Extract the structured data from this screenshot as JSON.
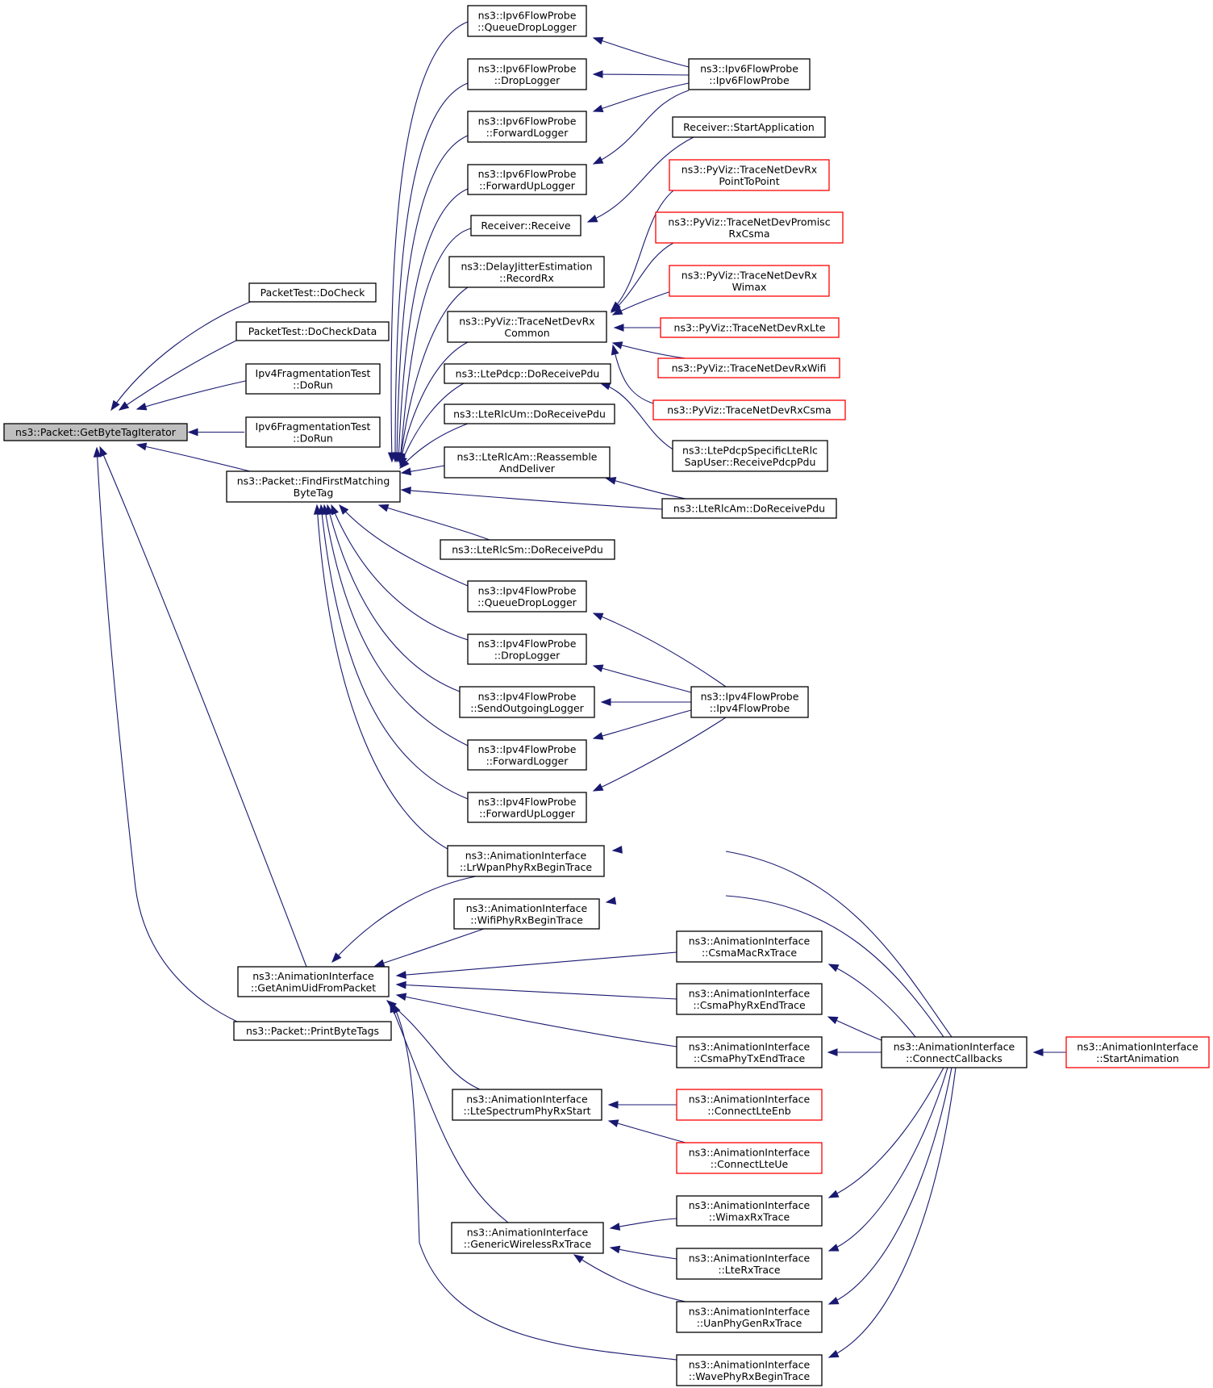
{
  "nodes": [
    {
      "id": "root",
      "lines": [
        "ns3::Packet::GetByteTagIterator"
      ],
      "color": "black",
      "root": true
    },
    {
      "id": "doCheck",
      "lines": [
        "PacketTest::DoCheck"
      ],
      "color": "black"
    },
    {
      "id": "doCheckData",
      "lines": [
        "PacketTest::DoCheckData"
      ],
      "color": "black"
    },
    {
      "id": "ipv4FragRun",
      "lines": [
        "Ipv4FragmentationTest",
        "::DoRun"
      ],
      "color": "black"
    },
    {
      "id": "ipv6FragRun",
      "lines": [
        "Ipv6FragmentationTest",
        "::DoRun"
      ],
      "color": "black"
    },
    {
      "id": "findFirst",
      "lines": [
        "ns3::Packet::FindFirstMatching",
        "ByteTag"
      ],
      "color": "black"
    },
    {
      "id": "getAnimUid",
      "lines": [
        "ns3::AnimationInterface",
        "::GetAnimUidFromPacket"
      ],
      "color": "black"
    },
    {
      "id": "printByteTags",
      "lines": [
        "ns3::Packet::PrintByteTags"
      ],
      "color": "black"
    },
    {
      "id": "ipv6QueueDrop",
      "lines": [
        "ns3::Ipv6FlowProbe",
        "::QueueDropLogger"
      ],
      "color": "black"
    },
    {
      "id": "ipv6Drop",
      "lines": [
        "ns3::Ipv6FlowProbe",
        "::DropLogger"
      ],
      "color": "black"
    },
    {
      "id": "ipv6Forward",
      "lines": [
        "ns3::Ipv6FlowProbe",
        "::ForwardLogger"
      ],
      "color": "black"
    },
    {
      "id": "ipv6ForwardUp",
      "lines": [
        "ns3::Ipv6FlowProbe",
        "::ForwardUpLogger"
      ],
      "color": "black"
    },
    {
      "id": "receiverReceive",
      "lines": [
        "Receiver::Receive"
      ],
      "color": "black"
    },
    {
      "id": "delayJitter",
      "lines": [
        "ns3::DelayJitterEstimation",
        "::RecordRx"
      ],
      "color": "black"
    },
    {
      "id": "pyvizCommon",
      "lines": [
        "ns3::PyViz::TraceNetDevRx",
        "Common"
      ],
      "color": "black"
    },
    {
      "id": "ltePdcp",
      "lines": [
        "ns3::LtePdcp::DoReceivePdu"
      ],
      "color": "black"
    },
    {
      "id": "lteRlcUm",
      "lines": [
        "ns3::LteRlcUm::DoReceivePdu"
      ],
      "color": "black"
    },
    {
      "id": "lteRlcAmReassemble",
      "lines": [
        "ns3::LteRlcAm::Reassemble",
        "AndDeliver"
      ],
      "color": "black"
    },
    {
      "id": "lteRlcSm",
      "lines": [
        "ns3::LteRlcSm::DoReceivePdu"
      ],
      "color": "black"
    },
    {
      "id": "ipv4QueueDrop",
      "lines": [
        "ns3::Ipv4FlowProbe",
        "::QueueDropLogger"
      ],
      "color": "black"
    },
    {
      "id": "ipv4Drop",
      "lines": [
        "ns3::Ipv4FlowProbe",
        "::DropLogger"
      ],
      "color": "black"
    },
    {
      "id": "ipv4SendOut",
      "lines": [
        "ns3::Ipv4FlowProbe",
        "::SendOutgoingLogger"
      ],
      "color": "black"
    },
    {
      "id": "ipv4Forward",
      "lines": [
        "ns3::Ipv4FlowProbe",
        "::ForwardLogger"
      ],
      "color": "black"
    },
    {
      "id": "ipv4ForwardUp",
      "lines": [
        "ns3::Ipv4FlowProbe",
        "::ForwardUpLogger"
      ],
      "color": "black"
    },
    {
      "id": "lrWpan",
      "lines": [
        "ns3::AnimationInterface",
        "::LrWpanPhyRxBeginTrace"
      ],
      "color": "black"
    },
    {
      "id": "wifiPhyRx",
      "lines": [
        "ns3::AnimationInterface",
        "::WifiPhyRxBeginTrace"
      ],
      "color": "black"
    },
    {
      "id": "lteSpectrum",
      "lines": [
        "ns3::AnimationInterface",
        "::LteSpectrumPhyRxStart"
      ],
      "color": "black"
    },
    {
      "id": "genericWireless",
      "lines": [
        "ns3::AnimationInterface",
        "::GenericWirelessRxTrace"
      ],
      "color": "black"
    },
    {
      "id": "ipv6Ctor",
      "lines": [
        "ns3::Ipv6FlowProbe",
        "::Ipv6FlowProbe"
      ],
      "color": "black"
    },
    {
      "id": "receiverStart",
      "lines": [
        "Receiver::StartApplication"
      ],
      "color": "black"
    },
    {
      "id": "pyvizP2P",
      "lines": [
        "ns3::PyViz::TraceNetDevRx",
        "PointToPoint"
      ],
      "color": "red"
    },
    {
      "id": "pyvizPromisc",
      "lines": [
        "ns3::PyViz::TraceNetDevPromisc",
        "RxCsma"
      ],
      "color": "red"
    },
    {
      "id": "pyvizWimax",
      "lines": [
        "ns3::PyViz::TraceNetDevRx",
        "Wimax"
      ],
      "color": "red"
    },
    {
      "id": "pyvizLte",
      "lines": [
        "ns3::PyViz::TraceNetDevRxLte"
      ],
      "color": "red"
    },
    {
      "id": "pyvizWifi",
      "lines": [
        "ns3::PyViz::TraceNetDevRxWifi"
      ],
      "color": "red"
    },
    {
      "id": "pyvizCsma",
      "lines": [
        "ns3::PyViz::TraceNetDevRxCsma"
      ],
      "color": "red"
    },
    {
      "id": "ltePdcpSpecific",
      "lines": [
        "ns3::LtePdcpSpecificLteRlc",
        "SapUser::ReceivePdcpPdu"
      ],
      "color": "black"
    },
    {
      "id": "lteRlcAmReceive",
      "lines": [
        "ns3::LteRlcAm::DoReceivePdu"
      ],
      "color": "black"
    },
    {
      "id": "ipv4Ctor",
      "lines": [
        "ns3::Ipv4FlowProbe",
        "::Ipv4FlowProbe"
      ],
      "color": "black"
    },
    {
      "id": "csmaMacRx",
      "lines": [
        "ns3::AnimationInterface",
        "::CsmaMacRxTrace"
      ],
      "color": "black"
    },
    {
      "id": "csmaPhyRxEnd",
      "lines": [
        "ns3::AnimationInterface",
        "::CsmaPhyRxEndTrace"
      ],
      "color": "black"
    },
    {
      "id": "csmaPhyTxEnd",
      "lines": [
        "ns3::AnimationInterface",
        "::CsmaPhyTxEndTrace"
      ],
      "color": "black"
    },
    {
      "id": "connectLteEnb",
      "lines": [
        "ns3::AnimationInterface",
        "::ConnectLteEnb"
      ],
      "color": "red"
    },
    {
      "id": "connectLteUe",
      "lines": [
        "ns3::AnimationInterface",
        "::ConnectLteUe"
      ],
      "color": "red"
    },
    {
      "id": "wimaxRx",
      "lines": [
        "ns3::AnimationInterface",
        "::WimaxRxTrace"
      ],
      "color": "black"
    },
    {
      "id": "lteRx",
      "lines": [
        "ns3::AnimationInterface",
        "::LteRxTrace"
      ],
      "color": "black"
    },
    {
      "id": "uanPhyGen",
      "lines": [
        "ns3::AnimationInterface",
        "::UanPhyGenRxTrace"
      ],
      "color": "black"
    },
    {
      "id": "wavePhyRx",
      "lines": [
        "ns3::AnimationInterface",
        "::WavePhyRxBeginTrace"
      ],
      "color": "black"
    },
    {
      "id": "connectCallbacks",
      "lines": [
        "ns3::AnimationInterface",
        "::ConnectCallbacks"
      ],
      "color": "black"
    },
    {
      "id": "startAnimation",
      "lines": [
        "ns3::AnimationInterface",
        "::StartAnimation"
      ],
      "color": "red"
    }
  ],
  "edges": [
    {
      "from": "doCheck",
      "to": "root"
    },
    {
      "from": "doCheckData",
      "to": "root"
    },
    {
      "from": "ipv4FragRun",
      "to": "root"
    },
    {
      "from": "ipv6FragRun",
      "to": "root"
    },
    {
      "from": "findFirst",
      "to": "root"
    },
    {
      "from": "getAnimUid",
      "to": "root"
    },
    {
      "from": "printByteTags",
      "to": "root"
    },
    {
      "from": "ipv6QueueDrop",
      "to": "findFirst"
    },
    {
      "from": "ipv6Drop",
      "to": "findFirst"
    },
    {
      "from": "ipv6Forward",
      "to": "findFirst"
    },
    {
      "from": "ipv6ForwardUp",
      "to": "findFirst"
    },
    {
      "from": "receiverReceive",
      "to": "findFirst"
    },
    {
      "from": "delayJitter",
      "to": "findFirst"
    },
    {
      "from": "pyvizCommon",
      "to": "findFirst"
    },
    {
      "from": "ltePdcp",
      "to": "findFirst"
    },
    {
      "from": "lteRlcUm",
      "to": "findFirst"
    },
    {
      "from": "lteRlcAmReassemble",
      "to": "findFirst"
    },
    {
      "from": "lteRlcAmReceive",
      "to": "findFirst"
    },
    {
      "from": "lteRlcSm",
      "to": "findFirst"
    },
    {
      "from": "ipv4QueueDrop",
      "to": "findFirst"
    },
    {
      "from": "ipv4Drop",
      "to": "findFirst"
    },
    {
      "from": "ipv4SendOut",
      "to": "findFirst"
    },
    {
      "from": "ipv4Forward",
      "to": "findFirst"
    },
    {
      "from": "ipv4ForwardUp",
      "to": "findFirst"
    },
    {
      "from": "lrWpan",
      "to": "findFirst"
    },
    {
      "from": "ipv6Ctor",
      "to": "ipv6QueueDrop"
    },
    {
      "from": "ipv6Ctor",
      "to": "ipv6Drop"
    },
    {
      "from": "ipv6Ctor",
      "to": "ipv6Forward"
    },
    {
      "from": "ipv6Ctor",
      "to": "ipv6ForwardUp"
    },
    {
      "from": "receiverStart",
      "to": "receiverReceive"
    },
    {
      "from": "pyvizP2P",
      "to": "pyvizCommon"
    },
    {
      "from": "pyvizPromisc",
      "to": "pyvizCommon"
    },
    {
      "from": "pyvizWimax",
      "to": "pyvizCommon"
    },
    {
      "from": "pyvizLte",
      "to": "pyvizCommon"
    },
    {
      "from": "pyvizWifi",
      "to": "pyvizCommon"
    },
    {
      "from": "pyvizCsma",
      "to": "pyvizCommon"
    },
    {
      "from": "ltePdcpSpecific",
      "to": "ltePdcp"
    },
    {
      "from": "lteRlcAmReceive",
      "to": "lteRlcAmReassemble"
    },
    {
      "from": "ipv4Ctor",
      "to": "ipv4QueueDrop"
    },
    {
      "from": "ipv4Ctor",
      "to": "ipv4Drop"
    },
    {
      "from": "ipv4Ctor",
      "to": "ipv4SendOut"
    },
    {
      "from": "ipv4Ctor",
      "to": "ipv4Forward"
    },
    {
      "from": "ipv4Ctor",
      "to": "ipv4ForwardUp"
    },
    {
      "from": "lrWpan",
      "to": "getAnimUid"
    },
    {
      "from": "wifiPhyRx",
      "to": "getAnimUid"
    },
    {
      "from": "csmaMacRx",
      "to": "getAnimUid"
    },
    {
      "from": "csmaPhyRxEnd",
      "to": "getAnimUid"
    },
    {
      "from": "csmaPhyTxEnd",
      "to": "getAnimUid"
    },
    {
      "from": "lteSpectrum",
      "to": "getAnimUid"
    },
    {
      "from": "genericWireless",
      "to": "getAnimUid"
    },
    {
      "from": "wavePhyRx",
      "to": "getAnimUid"
    },
    {
      "from": "connectLteEnb",
      "to": "lteSpectrum"
    },
    {
      "from": "connectLteUe",
      "to": "lteSpectrum"
    },
    {
      "from": "wimaxRx",
      "to": "genericWireless"
    },
    {
      "from": "lteRx",
      "to": "genericWireless"
    },
    {
      "from": "uanPhyGen",
      "to": "genericWireless"
    },
    {
      "from": "connectCallbacks",
      "to": "lrWpan"
    },
    {
      "from": "connectCallbacks",
      "to": "wifiPhyRx"
    },
    {
      "from": "connectCallbacks",
      "to": "csmaMacRx"
    },
    {
      "from": "connectCallbacks",
      "to": "csmaPhyRxEnd"
    },
    {
      "from": "connectCallbacks",
      "to": "csmaPhyTxEnd"
    },
    {
      "from": "connectCallbacks",
      "to": "wimaxRx"
    },
    {
      "from": "connectCallbacks",
      "to": "lteRx"
    },
    {
      "from": "connectCallbacks",
      "to": "uanPhyGen"
    },
    {
      "from": "connectCallbacks",
      "to": "wavePhyRx"
    },
    {
      "from": "startAnimation",
      "to": "connectCallbacks"
    }
  ]
}
